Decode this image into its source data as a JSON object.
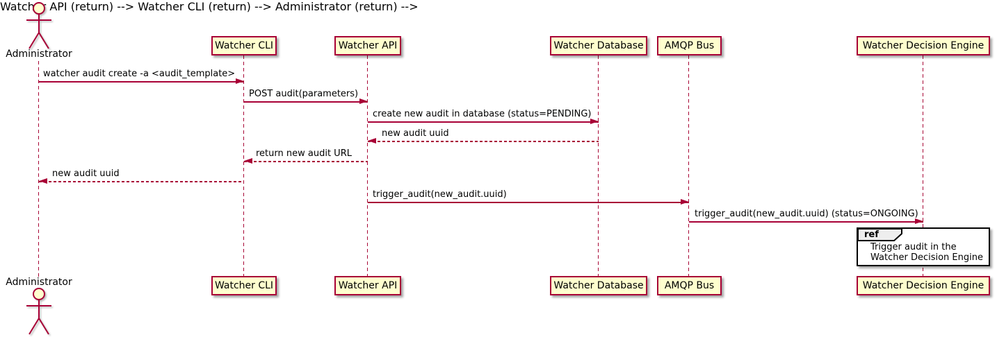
{
  "diagram_type": "uml-sequence-diagram",
  "participants": [
    {
      "id": "administrator",
      "label": "Administrator",
      "kind": "actor"
    },
    {
      "id": "watcher-cli",
      "label": "Watcher CLI",
      "kind": "participant"
    },
    {
      "id": "watcher-api",
      "label": "Watcher API",
      "kind": "participant"
    },
    {
      "id": "watcher-database",
      "label": "Watcher Database",
      "kind": "participant"
    },
    {
      "id": "amqp-bus",
      "label": "AMQP Bus",
      "kind": "participant"
    },
    {
      "id": "watcher-decision-engine",
      "label": "Watcher Decision Engine",
      "kind": "participant"
    }
  ],
  "messages": [
    {
      "from": "Administrator",
      "to": "Watcher CLI",
      "label": "watcher audit create -a <audit_template>",
      "style": "solid"
    },
    {
      "from": "Watcher CLI",
      "to": "Watcher API",
      "label": "POST audit(parameters)",
      "style": "solid"
    },
    {
      "from": "Watcher API",
      "to": "Watcher Database",
      "label": "create new audit in database (status=PENDING)",
      "style": "solid"
    },
    {
      "from": "Watcher Database",
      "to": "Watcher API",
      "label": "new audit uuid",
      "style": "dashed-return"
    },
    {
      "from": "Watcher API",
      "to": "Watcher CLI",
      "label": "return new audit URL",
      "style": "dashed-return"
    },
    {
      "from": "Watcher CLI",
      "to": "Administrator",
      "label": "new audit uuid",
      "style": "dashed-return"
    },
    {
      "from": "Watcher API",
      "to": "AMQP Bus",
      "label": "trigger_audit(new_audit.uuid)",
      "style": "solid"
    },
    {
      "from": "AMQP Bus",
      "to": "Watcher Decision Engine",
      "label": "trigger_audit(new_audit.uuid) (status=ONGOING)",
      "style": "solid"
    }
  ],
  "ref": {
    "keyword": "ref",
    "line1": "Trigger audit in the",
    "line2": "Watcher Decision Engine"
  },
  "colors": {
    "stroke": "#A80036",
    "participant_fill": "#FEFECE",
    "ref_tag_fill": "#EEEEEE",
    "ref_body_fill": "#FFFFFF",
    "text": "#000000"
  }
}
